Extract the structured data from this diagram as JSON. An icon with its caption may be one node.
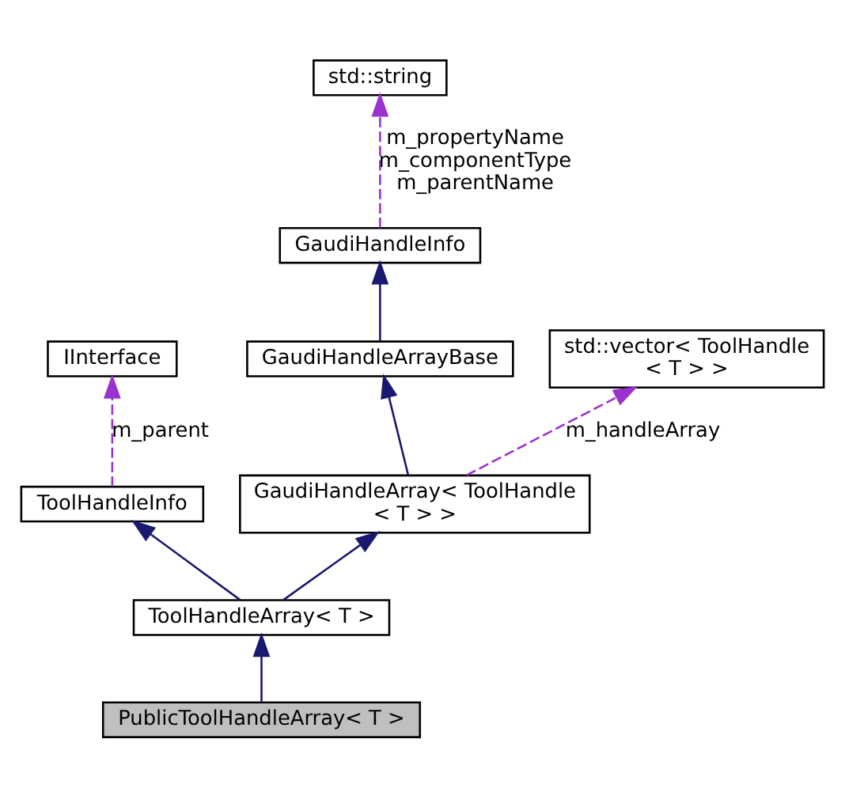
{
  "diagram": {
    "nodes": [
      {
        "text": [
          "std::string"
        ]
      },
      {
        "text": [
          "GaudiHandleInfo"
        ]
      },
      {
        "text": [
          "IInterface"
        ]
      },
      {
        "text": [
          "GaudiHandleArrayBase"
        ]
      },
      {
        "text": [
          "std::vector< ToolHandle < T > >"
        ]
      },
      {
        "text": [
          "ToolHandleInfo"
        ]
      },
      {
        "text": [
          "GaudiHandleArray< ToolHandle < T > >"
        ]
      },
      {
        "text": [
          "ToolHandleArray< T >"
        ]
      },
      {
        "text": [
          "PublicToolHandleArray< T >"
        ]
      }
    ],
    "edges": [
      {
        "from": 1,
        "to": 0,
        "arrow": "to",
        "label": "m_propertyName m_componentType m_parentName",
        "style": "dashed",
        "color": "#9a32cd"
      },
      {
        "from": 3,
        "to": 1,
        "arrow": "to"
      },
      {
        "from": 5,
        "to": 2,
        "arrow": "to",
        "label": "m_parent",
        "style": "dashed",
        "color": "#9a32cd"
      },
      {
        "from": 6,
        "to": 3,
        "arrow": "to"
      },
      {
        "from": 6,
        "to": 4,
        "arrow": "to",
        "label": "m_handleArray",
        "style": "dashed",
        "color": "#9a32cd"
      },
      {
        "from": 7,
        "to": 5,
        "arrow": "to"
      },
      {
        "from": 7,
        "to": 6,
        "arrow": "to"
      },
      {
        "from": 8,
        "to": 7,
        "arrow": "to"
      }
    ]
  }
}
